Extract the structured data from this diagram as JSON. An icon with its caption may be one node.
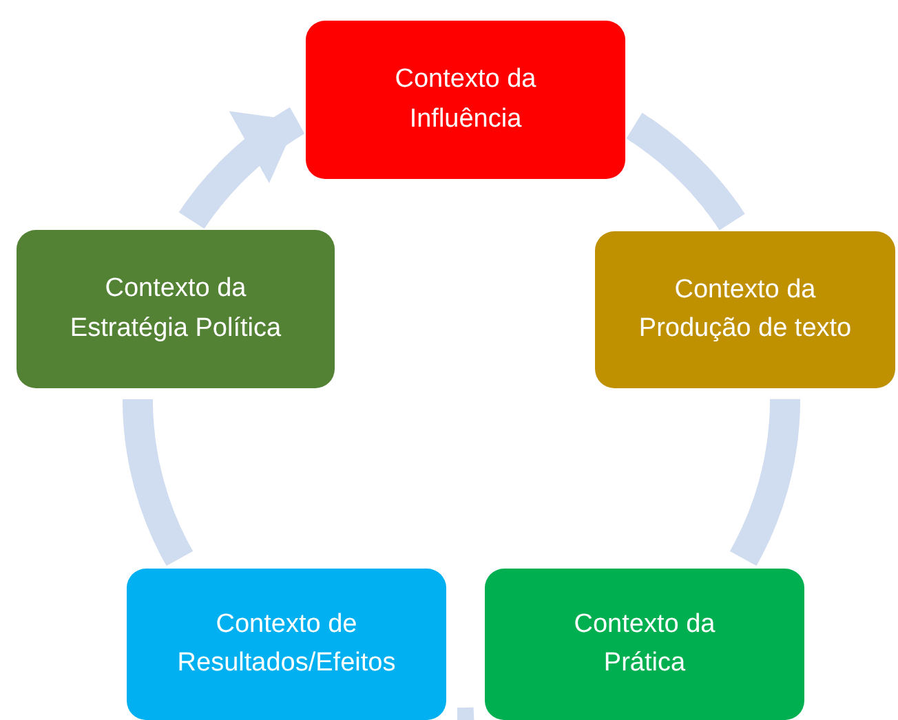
{
  "diagram": {
    "nodes": [
      {
        "text": [
          "Contexto da Influência"
        ]
      },
      {
        "text": [
          "Contexto da Produção de texto"
        ]
      },
      {
        "text": [
          "Contexto da Prática"
        ]
      },
      {
        "text": [
          "Contexto de Resultados/Efeitos"
        ]
      },
      {
        "text": [
          "Contexto da Estratégia Política"
        ]
      }
    ],
    "edges": [
      {
        "from": 0,
        "to": 1,
        "arrow": "none"
      },
      {
        "from": 1,
        "to": 2,
        "arrow": "none"
      },
      {
        "from": 2,
        "to": 3,
        "arrow": "none"
      },
      {
        "from": 3,
        "to": 4,
        "arrow": "none"
      },
      {
        "from": 4,
        "to": 0,
        "arrow": "to"
      }
    ]
  }
}
